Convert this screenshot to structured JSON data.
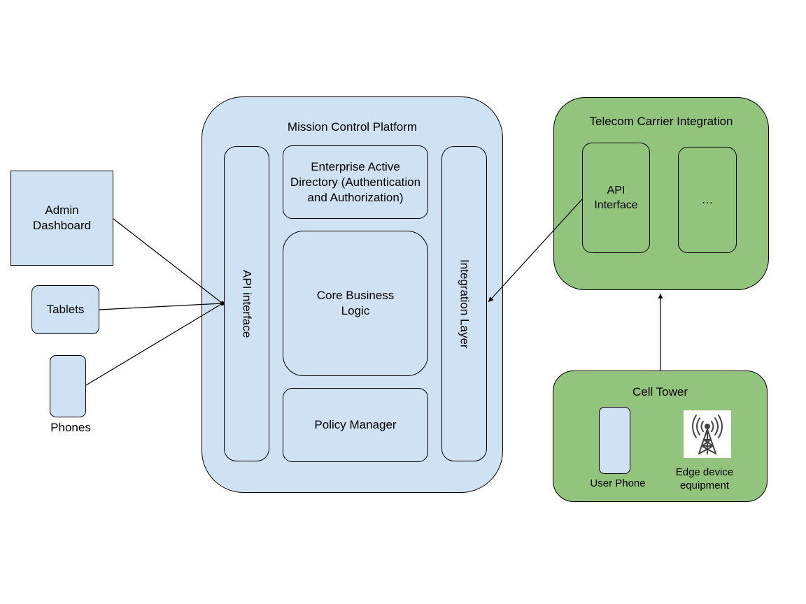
{
  "left": {
    "admin_dashboard": "Admin\nDashboard",
    "tablets": "Tablets",
    "phones": "Phones"
  },
  "mission": {
    "title": "Mission Control Platform",
    "api_interface": "API interface",
    "active_directory": "Enterprise Active Directory (Authentication and Authorization)",
    "core_logic": "Core Business\nLogic",
    "policy_manager": "Policy Manager",
    "integration_layer": "Integration Layer"
  },
  "telecom": {
    "title": "Telecom Carrier Integration",
    "api_interface": "API\nInterface",
    "more": "…"
  },
  "cell_tower": {
    "title": "Cell Tower",
    "user_phone": "User Phone",
    "edge_device": "Edge device\nequipment",
    "edge_icon": "cell-tower-antenna-icon"
  },
  "colors": {
    "blue_fill": "#cfe2f3",
    "green_fill": "#93c47d",
    "stroke": "#000000"
  }
}
